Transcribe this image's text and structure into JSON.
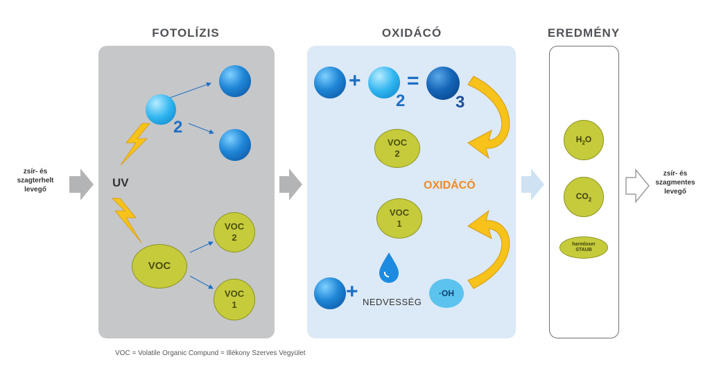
{
  "titles": {
    "photolysis": "FOTOLÍZIS",
    "oxidation": "OXIDÁCÓ",
    "result": "EREDMÉNY"
  },
  "input_label": {
    "line1": "zsír- és",
    "line2": "szagterhelt",
    "line3": "levegő"
  },
  "output_label": {
    "line1": "zsír- és",
    "line2": "szagmentes",
    "line3": "levegő"
  },
  "photolysis": {
    "uv_label": "UV",
    "o2_subscript": "2",
    "voc_label": "VOC",
    "voc2_line1": "VOC",
    "voc2_line2": "2",
    "voc1_line1": "VOC",
    "voc1_line2": "1"
  },
  "oxidation": {
    "plus": "+",
    "equals": "=",
    "o2_subscript": "2",
    "o3_subscript": "3",
    "voc2_line1": "VOC",
    "voc2_line2": "2",
    "center_label": "OXIDÁCÓ",
    "voc1_line1": "VOC",
    "voc1_line2": "1",
    "moisture_label": "NEDVESSÉG",
    "oh_label": "·OH"
  },
  "result": {
    "h2o_main": "H",
    "h2o_sub": "2",
    "h2o_end": "O",
    "co2_main": "CO",
    "co2_sub": "2",
    "dust_line1": "harmloser",
    "dust_line2": "STAUB"
  },
  "footnote": "VOC = Volatile Organic Compund = Illékony Szerves Vegyület",
  "colors": {
    "photolysis_panel": "#c6c7c9",
    "oxidation_panel": "#dce9f7",
    "voc_green": "#c5cb3b",
    "orange_text": "#f08a24",
    "blue_accent": "#1d6fc4",
    "lightning": "#f7c21a"
  }
}
